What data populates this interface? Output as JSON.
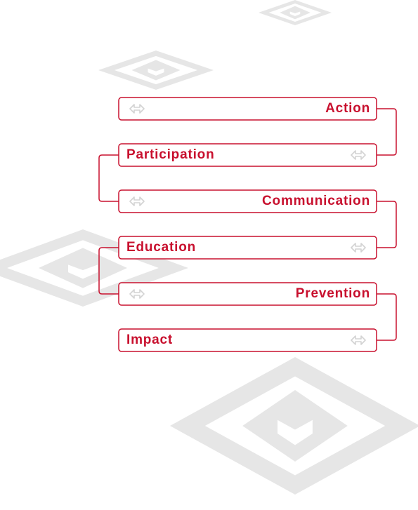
{
  "colors": {
    "accent": "#c8102e",
    "watermark": "#e6e6e6",
    "arrow": "#d3d3d3",
    "background": "#ffffff"
  },
  "decorations": {
    "watermark_icon": "open-book-diamond-icon",
    "arrow_icon": "double-arrow-icon"
  },
  "steps": [
    {
      "label": "Action",
      "align": "right",
      "arrow_side": "left"
    },
    {
      "label": "Participation",
      "align": "left",
      "arrow_side": "right"
    },
    {
      "label": "Communication",
      "align": "right",
      "arrow_side": "left"
    },
    {
      "label": "Education",
      "align": "left",
      "arrow_side": "right"
    },
    {
      "label": "Prevention",
      "align": "right",
      "arrow_side": "left"
    },
    {
      "label": "Impact",
      "align": "left",
      "arrow_side": "right"
    }
  ]
}
